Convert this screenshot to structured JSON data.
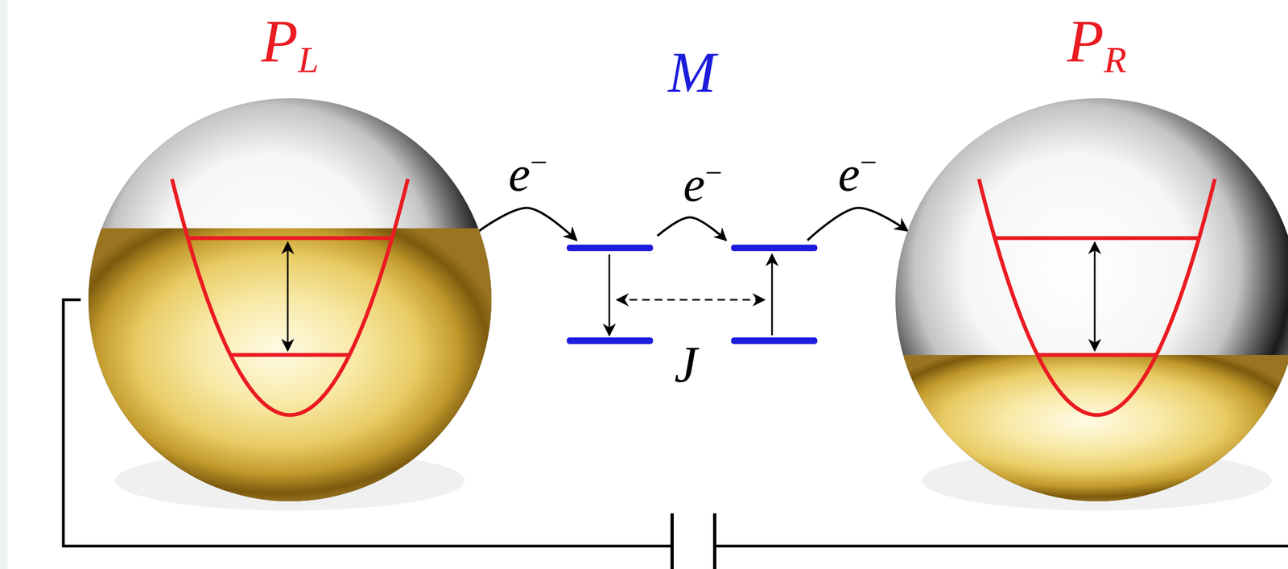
{
  "diagram": {
    "nodes": [
      {
        "text": [
          "PL"
        ]
      },
      {
        "text": [
          "M"
        ]
      },
      {
        "text": [
          "PR"
        ]
      }
    ],
    "edges": [
      {
        "from": 0,
        "to": 1,
        "label": "e−",
        "arrow": "to"
      },
      {
        "from": 1,
        "to": 2,
        "label": "e−",
        "arrow": "to"
      }
    ],
    "labels": [
      "e−",
      "J"
    ]
  }
}
